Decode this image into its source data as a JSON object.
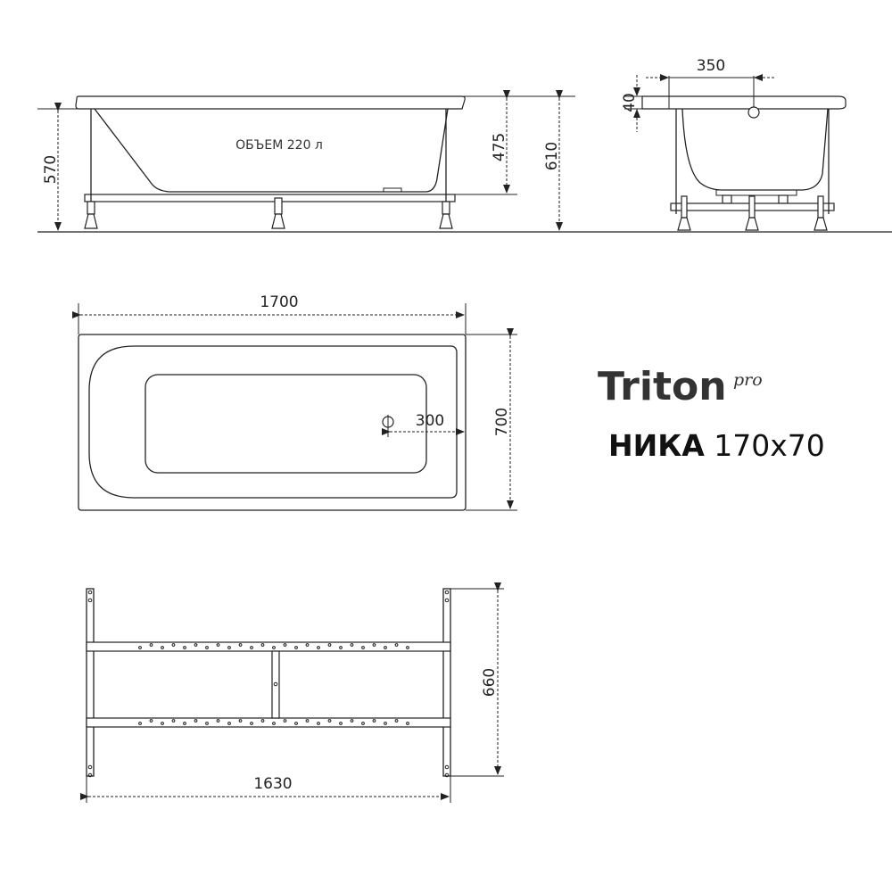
{
  "brand": {
    "name": "Triton",
    "suffix": "pro"
  },
  "model": {
    "name": "НИКА",
    "size": "170x70"
  },
  "side_view": {
    "volume_label": "ОБЪЕМ 220 л",
    "dim_height_frame": "570",
    "dim_depth": "475",
    "dim_height_total": "610"
  },
  "end_view": {
    "dim_drain_offset": "350",
    "dim_rim": "40"
  },
  "top_view": {
    "dim_length": "1700",
    "dim_width": "700",
    "dim_drain": "300"
  },
  "frame_view": {
    "dim_length": "1630",
    "dim_width": "660"
  }
}
